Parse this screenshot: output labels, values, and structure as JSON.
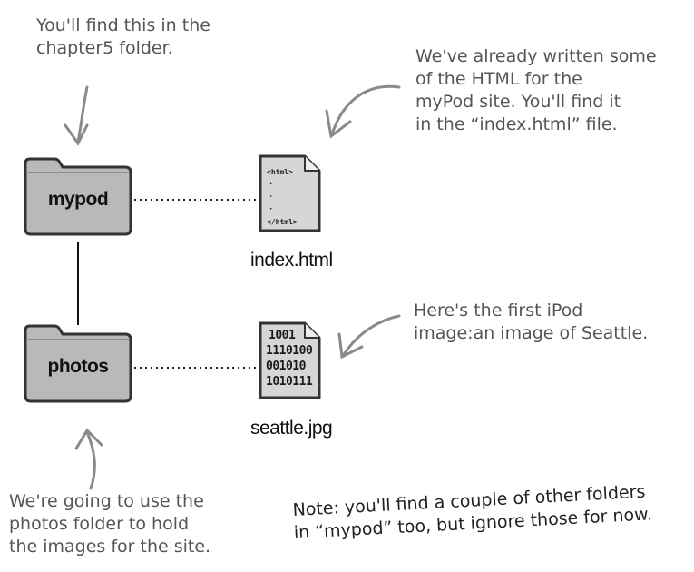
{
  "folders": {
    "mypod": "mypod",
    "photos": "photos"
  },
  "files": {
    "index": {
      "name": "index.html",
      "code_open": "<html>",
      "code_close": "</html>",
      "dots": ". . ."
    },
    "seattle": {
      "name": "seattle.jpg",
      "binary_lines": [
        "1001",
        "1110100",
        "001010",
        "1010111"
      ]
    }
  },
  "annotations": {
    "chapter_folder": [
      "You'll find this in the",
      "chapter5 folder."
    ],
    "html_written": [
      "We've already written some",
      "of the HTML for the",
      "myPod site. You'll find it",
      "in the “index.html” file."
    ],
    "first_image": [
      "Here's the first iPod",
      "image:an image of Seattle."
    ],
    "photos_folder": [
      "We're going to use the",
      "photos folder to hold",
      "the images for the site."
    ],
    "note": [
      "Note: you'll find a couple of other folders",
      "in “mypod” too, but ignore those for now."
    ]
  },
  "colors": {
    "folder_fill": "#b9b9b9",
    "folder_outline": "#333333",
    "arrow": "#888888",
    "annotation_text": "#555555"
  }
}
